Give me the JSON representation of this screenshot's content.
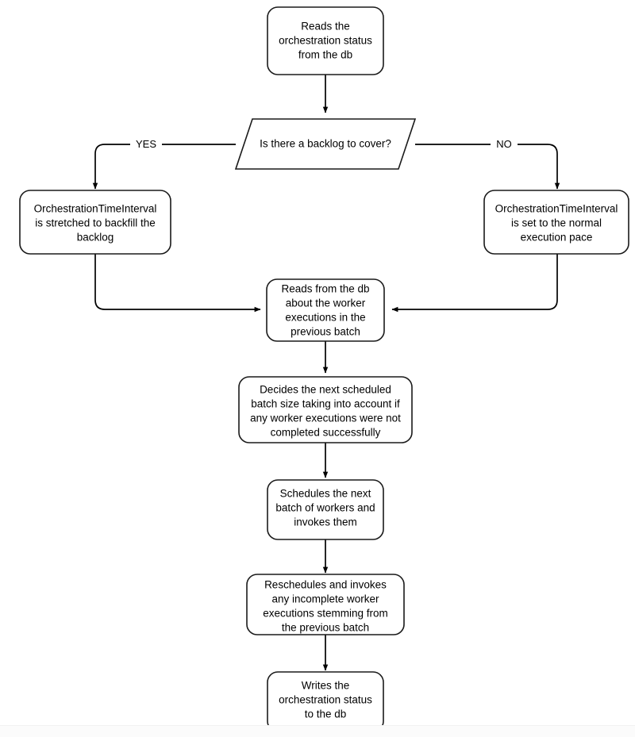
{
  "diagram": {
    "title": "Orchestration worker scheduling flowchart",
    "background_color": "#ffffff",
    "stroke_color": "#1a1a1a",
    "text_color": "#000000",
    "nodes": [
      {
        "id": "read-status",
        "shape": "rounded-rect",
        "lines": [
          "Reads the",
          "orchestration status",
          "from the db"
        ]
      },
      {
        "id": "backlog-decision",
        "shape": "parallelogram",
        "lines": [
          "Is there a backlog to cover?"
        ]
      },
      {
        "id": "interval-stretched",
        "shape": "rounded-rect",
        "lines": [
          "OrchestrationTimeInterval",
          "is stretched to backfill the",
          "backlog"
        ]
      },
      {
        "id": "interval-normal",
        "shape": "rounded-rect",
        "lines": [
          "OrchestrationTimeInterval",
          "is set to the normal",
          "execution pace"
        ]
      },
      {
        "id": "read-worker-executions",
        "shape": "rounded-rect",
        "lines": [
          "Reads from the db",
          "about the worker",
          "executions in the",
          "previous batch"
        ]
      },
      {
        "id": "decide-batch-size",
        "shape": "rounded-rect",
        "lines": [
          "Decides the next scheduled",
          "batch size taking into account if",
          "any worker executions were not",
          "completed successfully"
        ]
      },
      {
        "id": "schedule-batch",
        "shape": "rounded-rect",
        "lines": [
          "Schedules the next",
          "batch of workers and",
          "invokes them"
        ]
      },
      {
        "id": "reschedule-incomplete",
        "shape": "rounded-rect",
        "lines": [
          "Reschedules and invokes",
          "any incomplete worker",
          "executions stemming from",
          "the previous batch"
        ]
      },
      {
        "id": "write-status",
        "shape": "rounded-rect",
        "lines": [
          "Writes the",
          "orchestration status",
          "to the db"
        ]
      }
    ],
    "edge_labels": {
      "yes": "YES",
      "no": "NO"
    }
  }
}
